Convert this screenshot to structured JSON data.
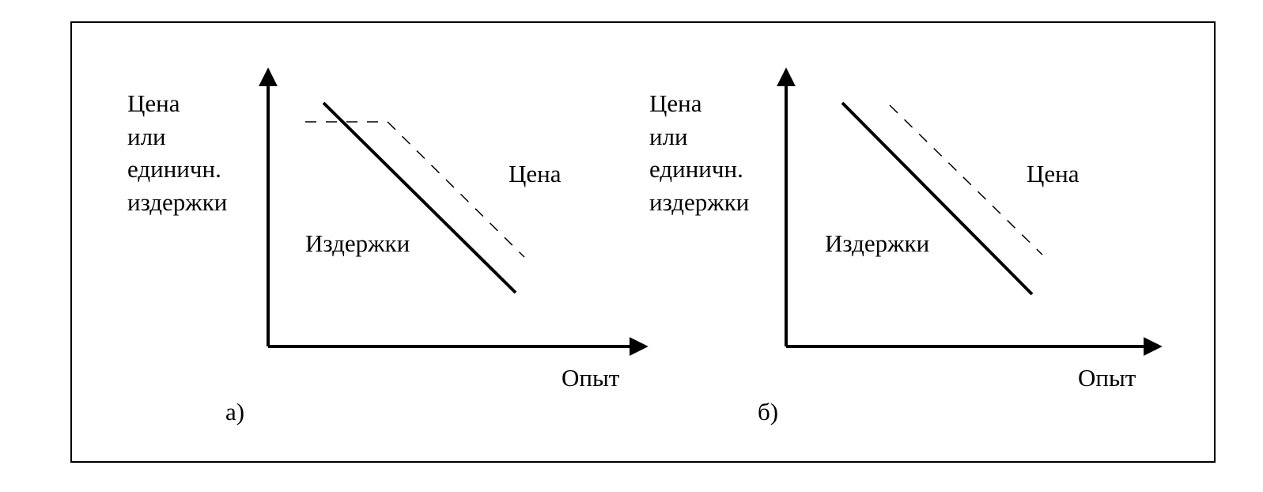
{
  "panels": [
    {
      "id": "a",
      "y_axis_label_lines": [
        "Цена",
        "или",
        "единичн.",
        "издержки"
      ],
      "x_axis_label": "Опыт",
      "cost_curve_label": "Издержки",
      "price_curve_label": "Цена",
      "panel_label": "а)"
    },
    {
      "id": "b",
      "y_axis_label_lines": [
        "Цена",
        "или",
        "единичн.",
        "издержки"
      ],
      "x_axis_label": "Опыт",
      "cost_curve_label": "Издержки",
      "price_curve_label": "Цена",
      "panel_label": "б)"
    }
  ],
  "colors": {
    "ink": "#000000",
    "background": "#ffffff"
  }
}
